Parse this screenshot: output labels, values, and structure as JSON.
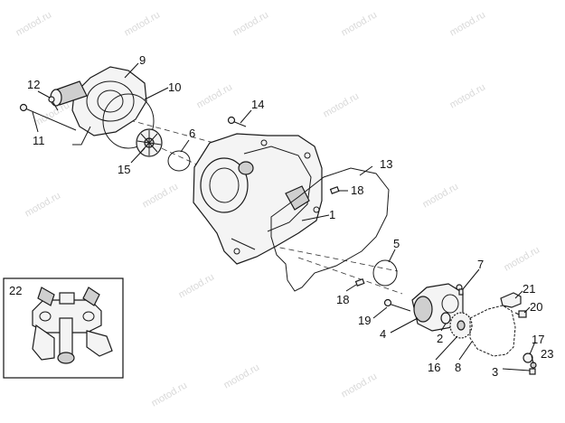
{
  "watermark": "motod.ru",
  "callouts": {
    "c1": "1",
    "c2": "2",
    "c3": "3",
    "c4": "4",
    "c5": "5",
    "c6": "6",
    "c7": "7",
    "c8": "8",
    "c9": "9",
    "c10": "10",
    "c11": "11",
    "c12": "12",
    "c13": "13",
    "c14": "14",
    "c15": "15",
    "c16": "16",
    "c17": "17",
    "c18a": "18",
    "c18b": "18",
    "c19": "19",
    "c20": "20",
    "c21": "21",
    "c22": "22",
    "c23": "23"
  }
}
